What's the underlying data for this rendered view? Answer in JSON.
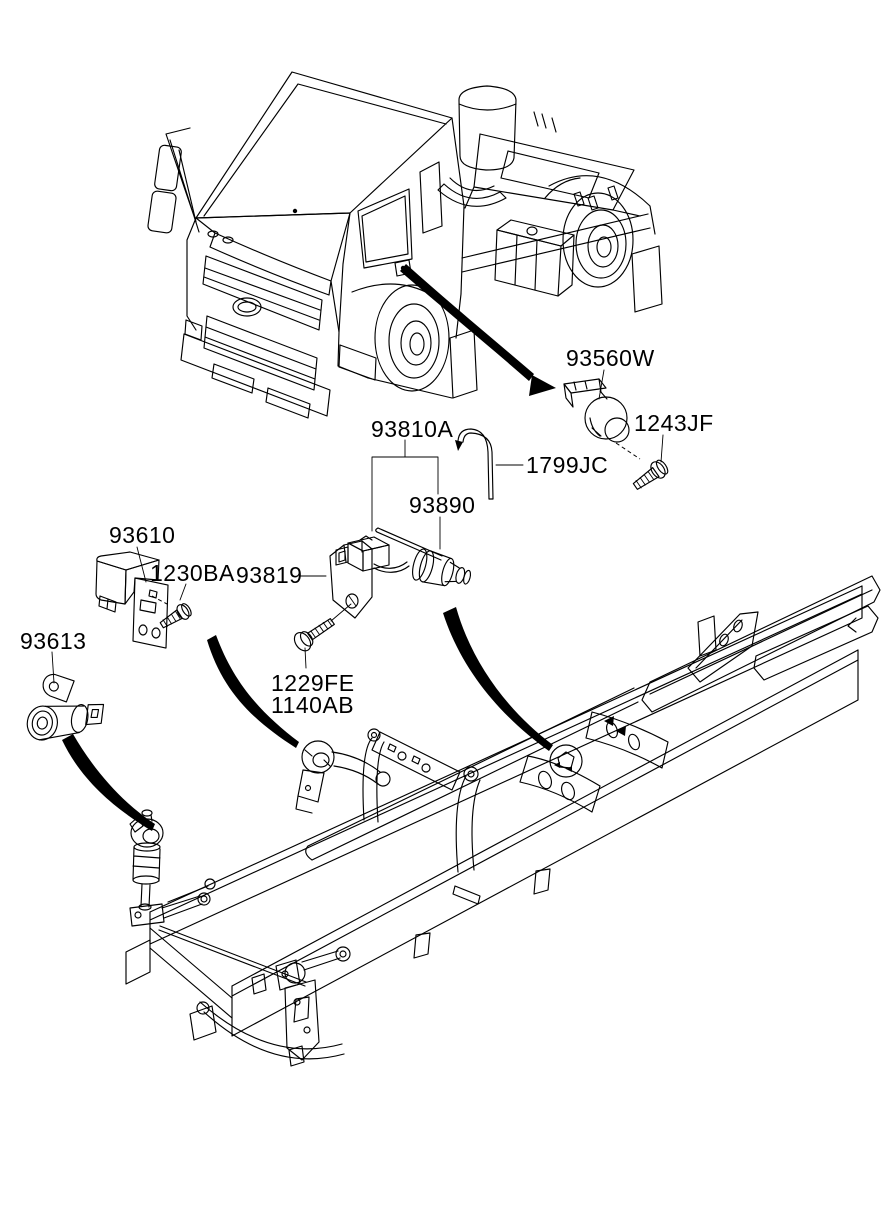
{
  "diagram": {
    "type": "vehicle-parts-diagram",
    "colors": {
      "background": "#ffffff",
      "ink": "#000000"
    },
    "labels": {
      "p93560w": "93560W",
      "p1243jf": "1243JF",
      "p93810a": "93810A",
      "p1799jc": "1799JC",
      "p93890": "93890",
      "p93610": "93610",
      "p1230ba": "1230BA",
      "p93819": "93819",
      "p93613": "93613",
      "p1229fe": "1229FE",
      "p1140ab": "1140AB"
    }
  }
}
